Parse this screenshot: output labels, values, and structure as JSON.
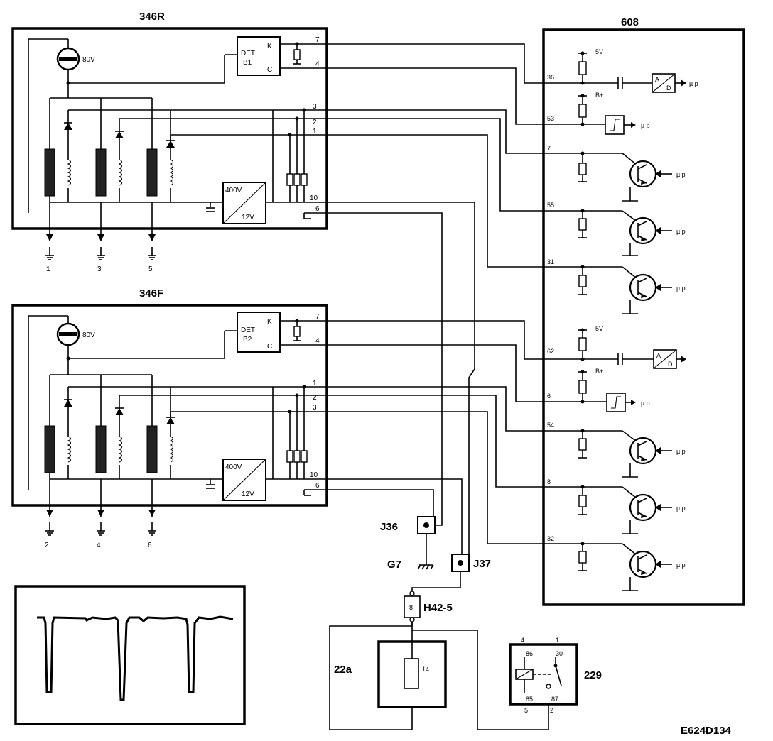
{
  "diagram": {
    "figure_ref": "E624D134",
    "blocks": {
      "ignition_rear": {
        "label": "346R",
        "lamp_voltage": "80V",
        "detector_line1": "DET",
        "detector_line2": "B1",
        "pin_k": "K",
        "pin_c": "C",
        "pins": [
          "7",
          "4",
          "3",
          "2",
          "1",
          "10",
          "6"
        ],
        "converter_in": "400V",
        "converter_out": "12V",
        "spark_outputs": [
          "1",
          "3",
          "5"
        ]
      },
      "ignition_front": {
        "label": "346F",
        "lamp_voltage": "80V",
        "detector_line1": "DET",
        "detector_line2": "B2",
        "pin_k": "K",
        "pin_c": "C",
        "pins": [
          "7",
          "4",
          "1",
          "2",
          "3",
          "10",
          "6"
        ],
        "converter_in": "400V",
        "converter_out": "12V",
        "spark_outputs": [
          "2",
          "4",
          "6"
        ]
      },
      "ecu": {
        "label": "608",
        "supply_5v": "5V",
        "supply_bplus": "B+",
        "adc_a": "A",
        "adc_d": "D",
        "mu_p": "µ p",
        "pins": [
          "36",
          "53",
          "7",
          "55",
          "31",
          "62",
          "6",
          "54",
          "8",
          "32"
        ]
      },
      "connectors": {
        "j36": "J36",
        "g7": "G7",
        "j37": "J37",
        "h42": "H42-5",
        "h42_pin": "8"
      },
      "fuse": {
        "label": "22a",
        "value": "14"
      },
      "relay": {
        "label": "229",
        "pins_top": [
          "4",
          "1"
        ],
        "pins_bottom": [
          "5",
          "2"
        ],
        "terminals": [
          "86",
          "30",
          "85",
          "87"
        ]
      }
    }
  }
}
